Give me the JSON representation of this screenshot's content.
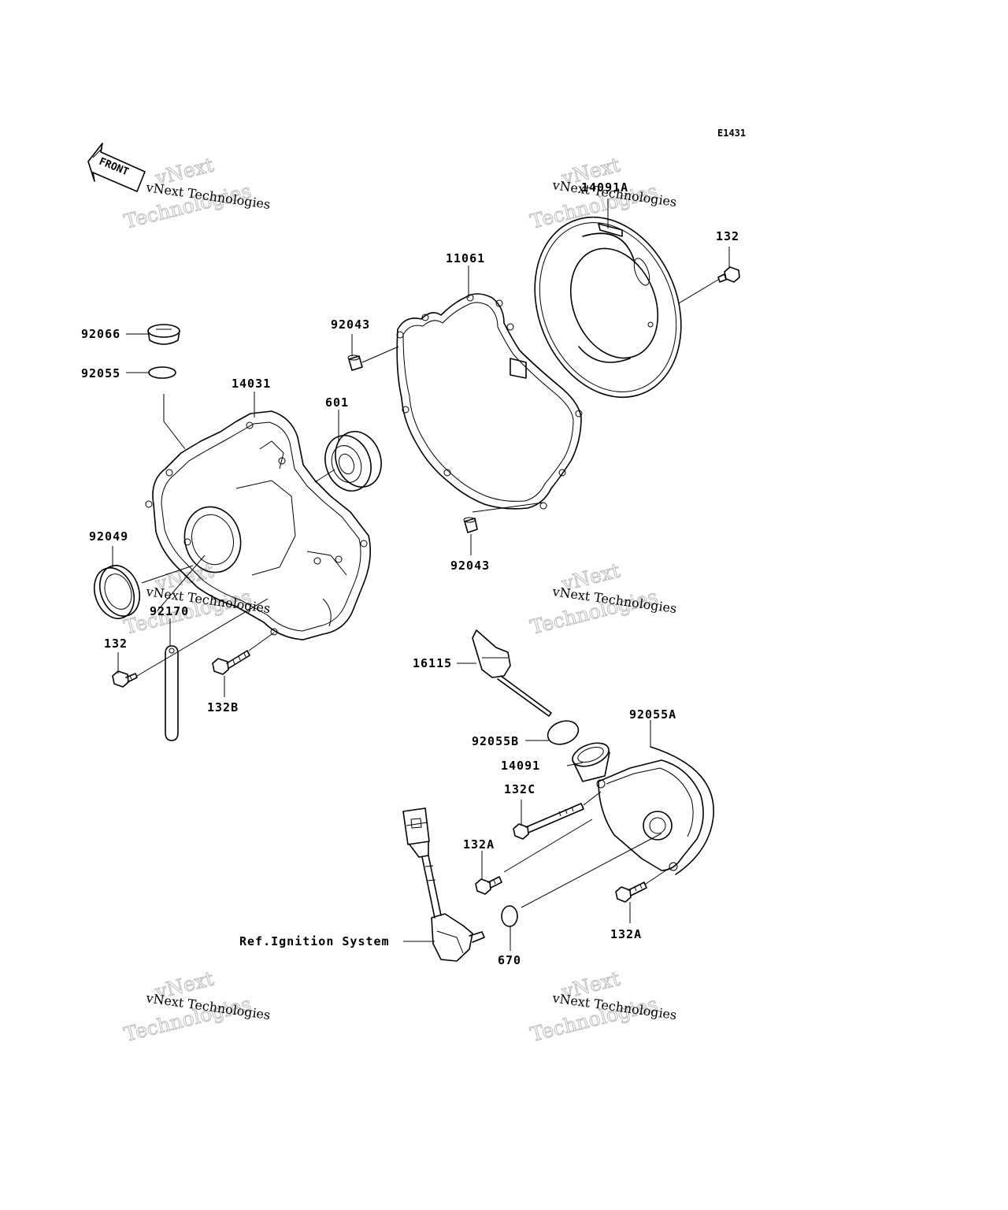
{
  "diagram": {
    "code": "E1431",
    "front_label": "FRONT",
    "parts": {
      "p14091A": "14091A",
      "p132_top": "132",
      "p11061": "11061",
      "p92043_top": "92043",
      "p92066": "92066",
      "p92055": "92055",
      "p14031": "14031",
      "p601": "601",
      "p92049": "92049",
      "p92043_bottom": "92043",
      "p92170": "92170",
      "p132_left": "132",
      "p132B": "132B",
      "p16115": "16115",
      "p92055A": "92055A",
      "p92055B": "92055B",
      "p14091": "14091",
      "p132C": "132C",
      "p132A_left": "132A",
      "p132A_right": "132A",
      "p670": "670",
      "ref_ignition": "Ref.Ignition System"
    },
    "watermark": {
      "line1": "vNext Technologies",
      "line2": "vNext",
      "line3": "Technologies"
    }
  }
}
